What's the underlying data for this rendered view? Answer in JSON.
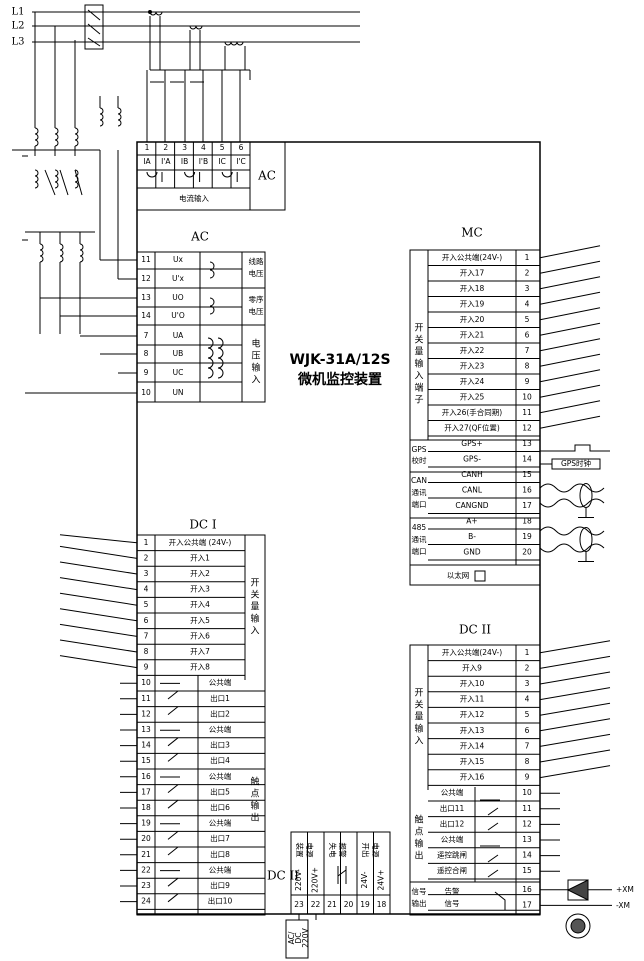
{
  "phases": [
    "L1",
    "L2",
    "L3"
  ],
  "device": {
    "model": "WJK-31A/12S",
    "name": "微机监控装置"
  },
  "ct_block": {
    "section": "AC",
    "pins": [
      "1",
      "2",
      "3",
      "4",
      "5",
      "6"
    ],
    "labels": [
      "IA",
      "I'A",
      "IB",
      "I'B",
      "IC",
      "I'C"
    ],
    "caption": "电流输入"
  },
  "ac_block": {
    "title": "AC",
    "rows": [
      {
        "pin": "11",
        "label": "Ux"
      },
      {
        "pin": "12",
        "label": "U'x"
      },
      {
        "pin": "13",
        "label": "UO"
      },
      {
        "pin": "14",
        "label": "U'O"
      },
      {
        "pin": "7",
        "label": "UA"
      },
      {
        "pin": "8",
        "label": "UB"
      },
      {
        "pin": "9",
        "label": "UC"
      },
      {
        "pin": "10",
        "label": "UN"
      }
    ],
    "groups": [
      {
        "lines": [
          "线路",
          "电压"
        ]
      },
      {
        "lines": [
          "零序",
          "电压"
        ]
      },
      {
        "lines": [
          "电",
          "压",
          "输",
          "入"
        ]
      }
    ]
  },
  "mc_block": {
    "title": "MC",
    "di_group": [
      "开",
      "关",
      "量",
      "输",
      "入",
      "端",
      "子"
    ],
    "rows": [
      {
        "label": "开入公共端(24V-)",
        "pin": "1"
      },
      {
        "label": "开入17",
        "pin": "2"
      },
      {
        "label": "开入18",
        "pin": "3"
      },
      {
        "label": "开入19",
        "pin": "4"
      },
      {
        "label": "开入20",
        "pin": "5"
      },
      {
        "label": "开入21",
        "pin": "6"
      },
      {
        "label": "开入22",
        "pin": "7"
      },
      {
        "label": "开入23",
        "pin": "8"
      },
      {
        "label": "开入24",
        "pin": "9"
      },
      {
        "label": "开入25",
        "pin": "10"
      },
      {
        "label": "开入26(手合同期)",
        "pin": "11"
      },
      {
        "label": "开入27(QF位置)",
        "pin": "12"
      },
      {
        "label": "GPS+",
        "pin": "13"
      },
      {
        "label": "GPS-",
        "pin": "14"
      },
      {
        "label": "CANH",
        "pin": "15"
      },
      {
        "label": "CANL",
        "pin": "16"
      },
      {
        "label": "CANGND",
        "pin": "17"
      },
      {
        "label": "A+",
        "pin": "18"
      },
      {
        "label": "B-",
        "pin": "19"
      },
      {
        "label": "GND",
        "pin": "20"
      }
    ],
    "gps_group": [
      "GPS",
      "校时"
    ],
    "can_group": [
      "CAN",
      "通讯",
      "端口"
    ],
    "rs485_group": [
      "485",
      "通讯",
      "端口"
    ],
    "ethernet": "以太网",
    "gps_clock": "GPS时钟"
  },
  "dc1_block": {
    "title": "DC I",
    "di_rows": [
      {
        "pin": "1",
        "label": "开入公共端 (24V-)"
      },
      {
        "pin": "2",
        "label": "开入1"
      },
      {
        "pin": "3",
        "label": "开入2"
      },
      {
        "pin": "4",
        "label": "开入3"
      },
      {
        "pin": "5",
        "label": "开入4"
      },
      {
        "pin": "6",
        "label": "开入5"
      },
      {
        "pin": "7",
        "label": "开入6"
      },
      {
        "pin": "8",
        "label": "开入7"
      },
      {
        "pin": "9",
        "label": "开入8"
      }
    ],
    "di_group": [
      "开",
      "关",
      "量",
      "输",
      "入"
    ],
    "do_rows": [
      {
        "pin": "10",
        "label": "公共端"
      },
      {
        "pin": "11",
        "label": "出口1"
      },
      {
        "pin": "12",
        "label": "出口2"
      },
      {
        "pin": "13",
        "label": "公共端"
      },
      {
        "pin": "14",
        "label": "出口3"
      },
      {
        "pin": "15",
        "label": "出口4"
      },
      {
        "pin": "16",
        "label": "公共端"
      },
      {
        "pin": "17",
        "label": "出口5"
      },
      {
        "pin": "18",
        "label": "出口6"
      },
      {
        "pin": "19",
        "label": "公共端"
      },
      {
        "pin": "20",
        "label": "出口7"
      },
      {
        "pin": "21",
        "label": "出口8"
      },
      {
        "pin": "22",
        "label": "公共端"
      },
      {
        "pin": "23",
        "label": "出口9"
      },
      {
        "pin": "24",
        "label": "出口10"
      }
    ],
    "do_group": [
      "触",
      "点",
      "输",
      "出"
    ]
  },
  "dc2_block": {
    "title": "DC II",
    "di_rows": [
      {
        "label": "开入公共端(24V-)",
        "pin": "1"
      },
      {
        "label": "开入9",
        "pin": "2"
      },
      {
        "label": "开入10",
        "pin": "3"
      },
      {
        "label": "开入11",
        "pin": "4"
      },
      {
        "label": "开入12",
        "pin": "5"
      },
      {
        "label": "开入13",
        "pin": "6"
      },
      {
        "label": "开入14",
        "pin": "7"
      },
      {
        "label": "开入15",
        "pin": "8"
      },
      {
        "label": "开入16",
        "pin": "9"
      }
    ],
    "di_group": [
      "开",
      "关",
      "量",
      "输",
      "入"
    ],
    "do_rows": [
      {
        "label": "公共端",
        "pin": "10"
      },
      {
        "label": "出口11",
        "pin": "11"
      },
      {
        "label": "出口12",
        "pin": "12"
      },
      {
        "label": "公共端",
        "pin": "13"
      },
      {
        "label": "遥控跳闸",
        "pin": "14"
      },
      {
        "label": "遥控合闸",
        "pin": "15"
      }
    ],
    "do_group": [
      "触",
      "点",
      "输",
      "出"
    ],
    "signal_rows": [
      {
        "pin": "16"
      },
      {
        "pin": "17"
      }
    ],
    "signal_group": [
      "信号",
      "输出"
    ],
    "signal_label": [
      "告警",
      "信号"
    ],
    "xm_plus": "+XM",
    "xm_minus": "-XM"
  },
  "power_block": {
    "title": "DC II",
    "pins": [
      "23",
      "22",
      "21",
      "20",
      "19",
      "18"
    ],
    "headers": [
      [
        "装置",
        "电源"
      ],
      [
        "失电",
        "报警"
      ],
      [
        "开出",
        "电源"
      ]
    ],
    "volts": [
      "220V-",
      "220V+",
      "",
      "",
      "24V-",
      "24V+"
    ],
    "supply": [
      "AC/",
      "DC",
      "220V"
    ]
  }
}
